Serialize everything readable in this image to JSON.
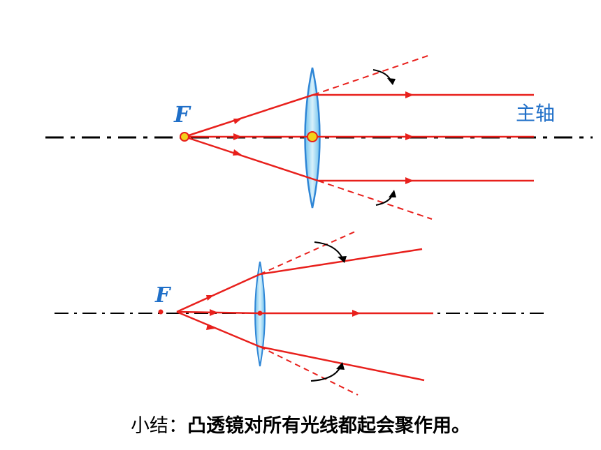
{
  "diagram": {
    "top": {
      "focus_label": "F",
      "axis_label": "主轴"
    },
    "bottom": {
      "focus_label": "F"
    }
  },
  "caption": {
    "lead": "小结：",
    "body": "凸透镜对所有光线都起会聚作用。"
  },
  "colors": {
    "ray": "#e8201c",
    "lens_fill": "#a9dcf3",
    "lens_edge": "#2f86d6",
    "label": "#1f6fc8",
    "axis": "#000000",
    "focus_top": "#f2d21a"
  }
}
